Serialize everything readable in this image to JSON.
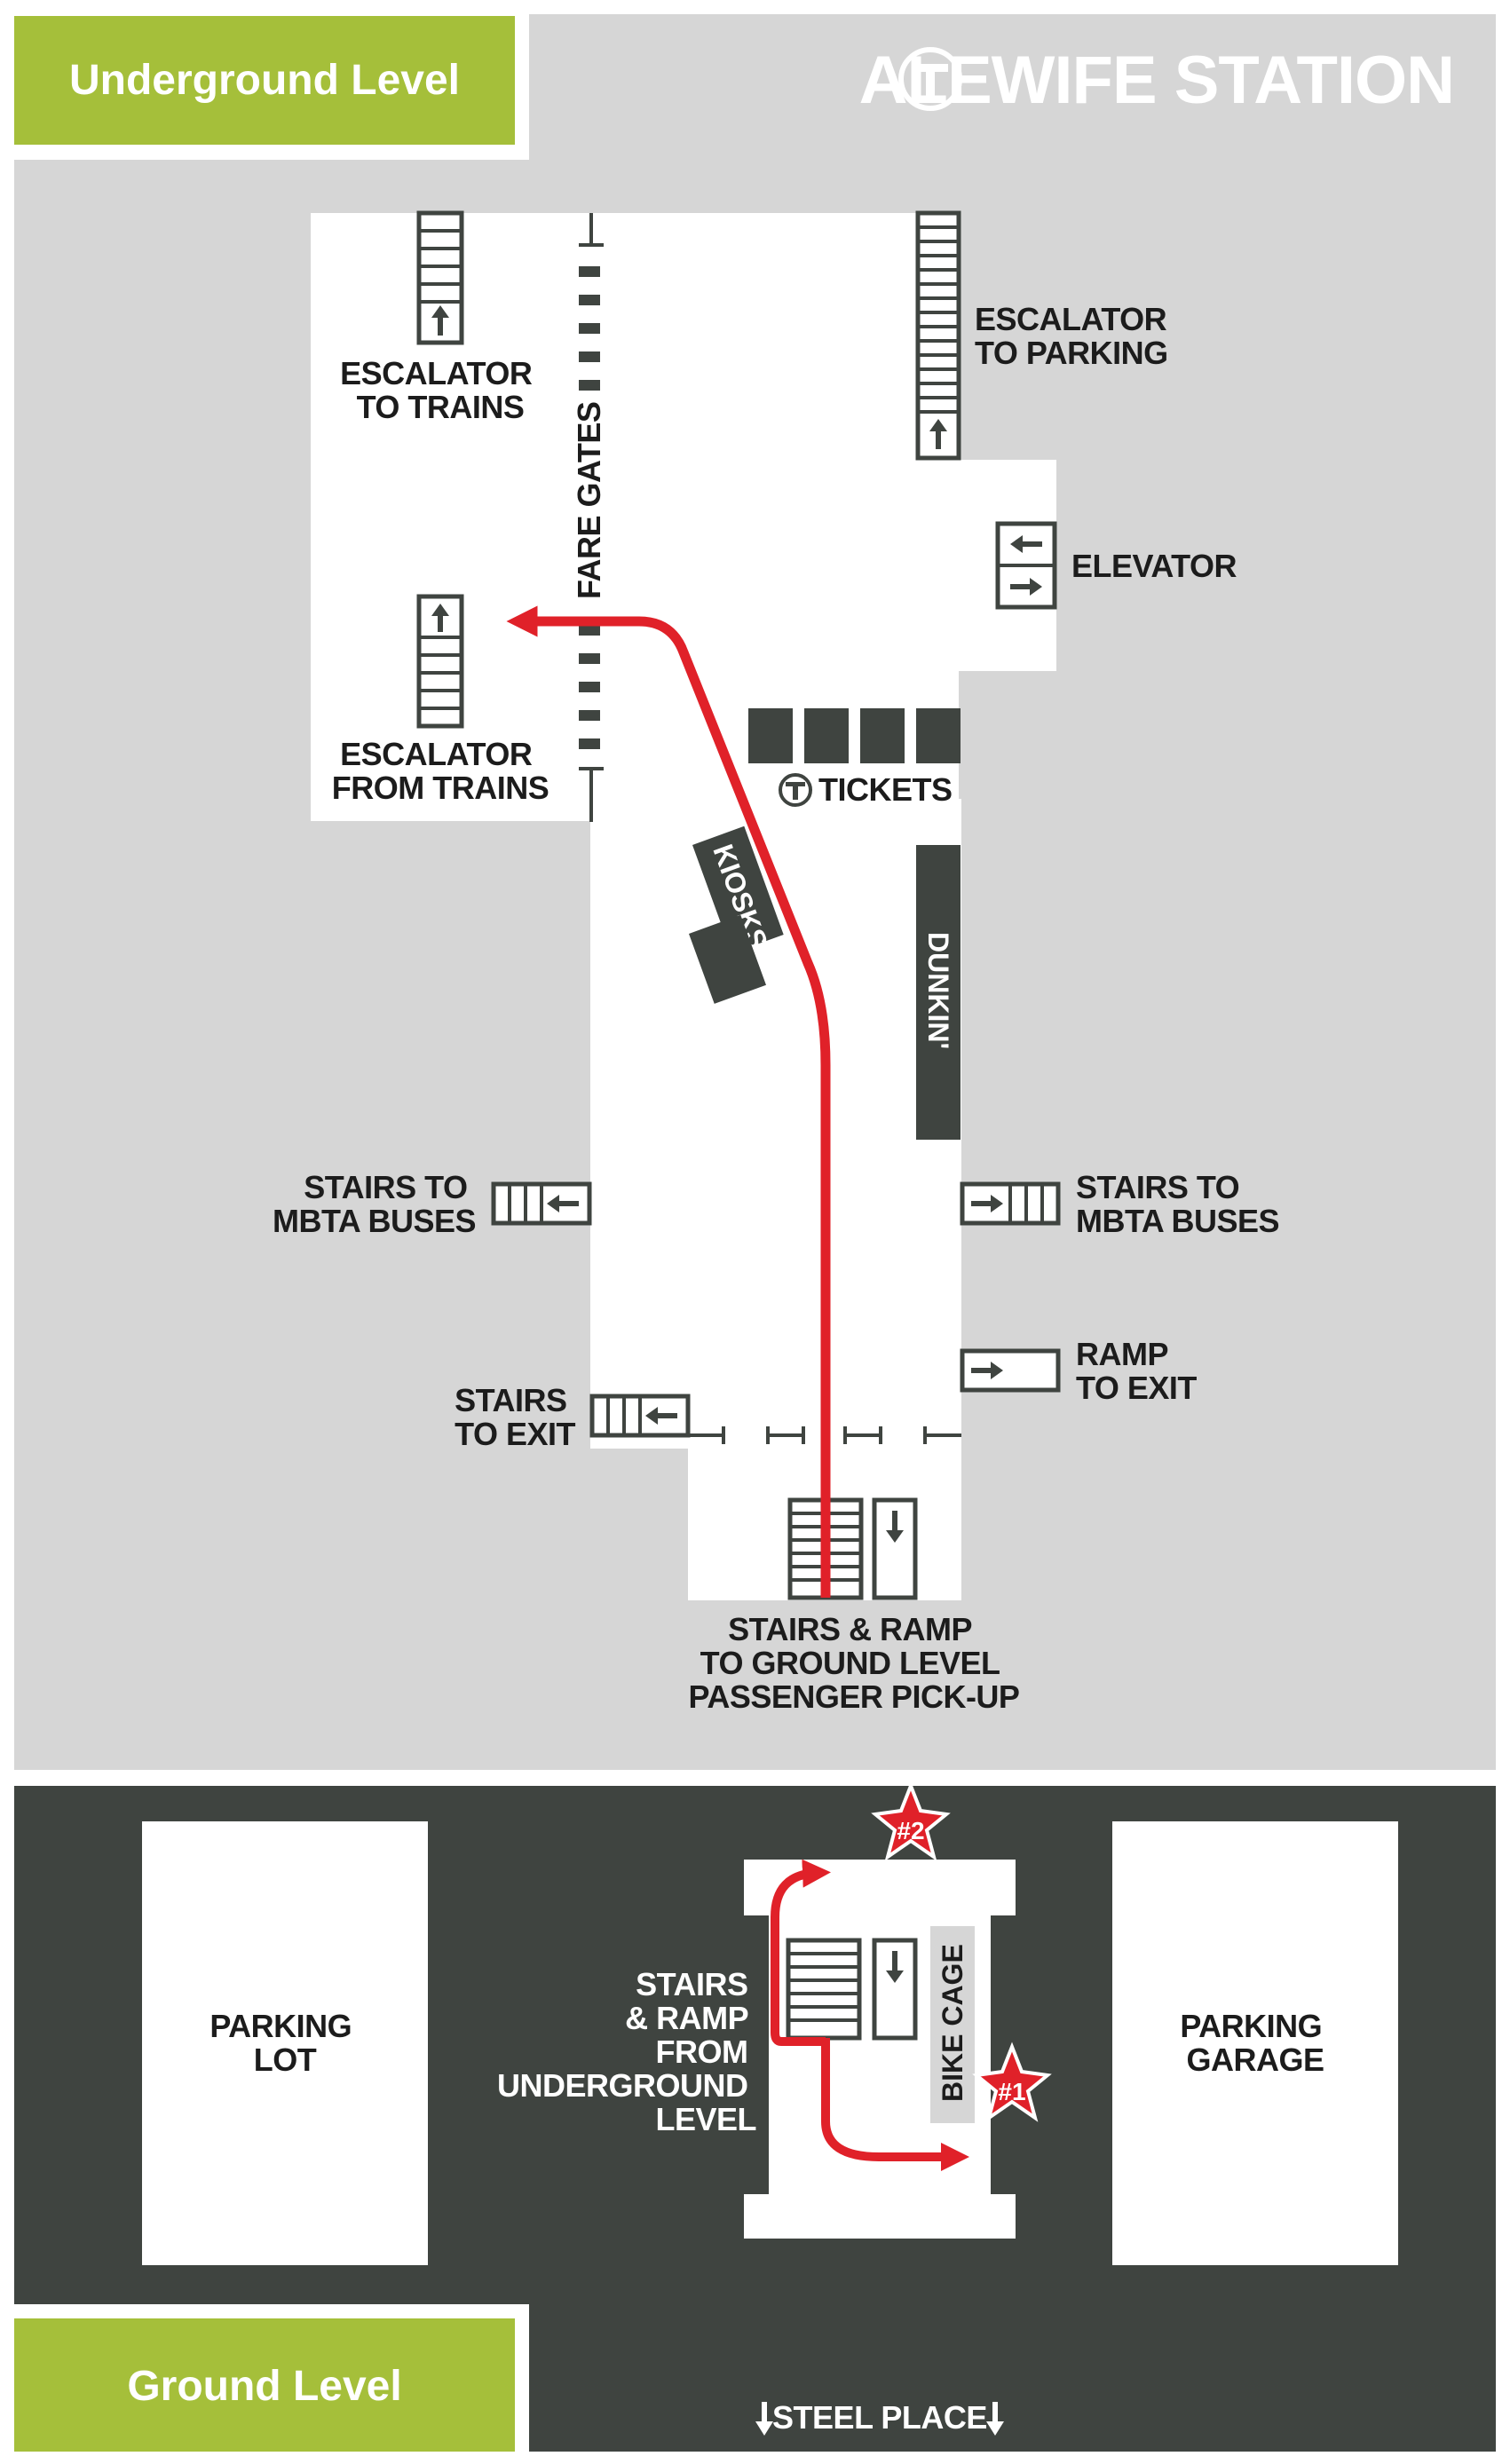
{
  "title": "ALEWIFE STATION",
  "levels": {
    "underground": "Underground Level",
    "ground": "Ground Level"
  },
  "underground": {
    "escalator_to_trains": [
      "ESCALATOR",
      "TO TRAINS"
    ],
    "escalator_from_trains": [
      "ESCALATOR",
      "FROM TRAINS"
    ],
    "escalator_to_parking": [
      "ESCALATOR",
      "TO PARKING"
    ],
    "fare_gates": "FARE GATES",
    "elevator": "ELEVATOR",
    "tickets": "TICKETS",
    "kiosks": "KIOSKS",
    "dunkin": "DUNKIN'",
    "stairs_buses_left": [
      "STAIRS TO",
      "MBTA BUSES"
    ],
    "stairs_buses_right": [
      "STAIRS TO",
      "MBTA BUSES"
    ],
    "ramp_to_exit": [
      "RAMP",
      "TO EXIT"
    ],
    "stairs_to_exit": [
      "STAIRS",
      "TO EXIT"
    ],
    "stairs_ramp_ground": [
      "STAIRS & RAMP",
      "TO GROUND LEVEL",
      "PASSENGER PICK-UP"
    ]
  },
  "ground": {
    "parking_lot": [
      "PARKING",
      "LOT"
    ],
    "parking_garage": [
      "PARKING",
      "GARAGE"
    ],
    "stairs_from_underground": [
      "STAIRS",
      "& RAMP",
      "FROM",
      "UNDERGROUND",
      "LEVEL"
    ],
    "bike_cage": "BIKE CAGE",
    "markers": [
      "#1",
      "#2"
    ],
    "steel_place": "STEEL PLACE"
  },
  "colors": {
    "green": "#a5bf3a",
    "red": "#e02129",
    "dark": "#3f4440",
    "grey": "#d6d6d6"
  }
}
